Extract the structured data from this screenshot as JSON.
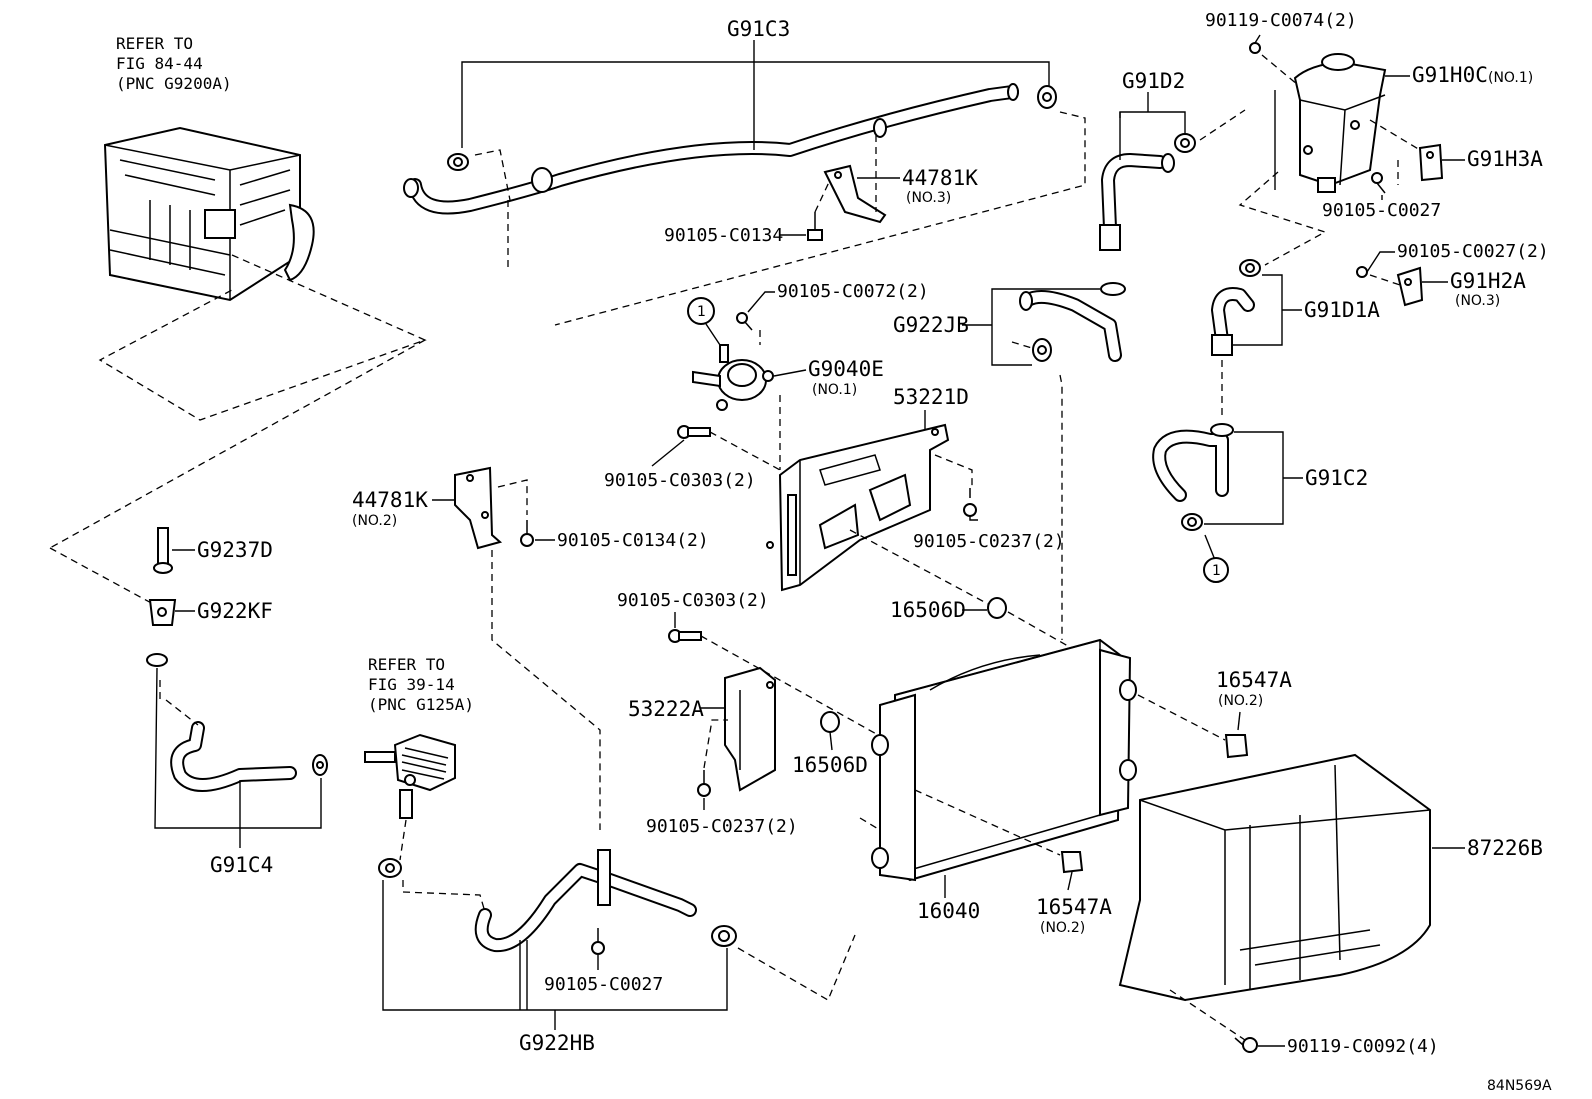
{
  "diagram_id": "84N569A",
  "references": {
    "inverter": [
      "REFER TO",
      "FIG 84-44",
      "(PNC G9200A)"
    ],
    "oil_cooler": [
      "REFER TO",
      "FIG 39-14",
      "(PNC G125A)"
    ]
  },
  "parts": {
    "g91c3": "G91C3",
    "p44781k_no3": "44781K",
    "p44781k_no3_note": "(NO.3)",
    "b90105_c0134": "90105-C0134",
    "g91d2": "G91D2",
    "c90119_c0074": "90119-C0074(2)",
    "g91h0c": "G91H0C",
    "g91h0c_note": "(NO.1)",
    "g91h3a": "G91H3A",
    "b90105_c0027_top": "90105-C0027",
    "b90105_c0027_2": "90105-C0027(2)",
    "g91h2a": "G91H2A",
    "g91h2a_note": "(NO.3)",
    "g91d1a": "G91D1A",
    "b90105_c0072": "90105-C0072(2)",
    "g9040e": "G9040E",
    "g9040e_note": "(NO.1)",
    "g922jb": "G922JB",
    "p53221d": "53221D",
    "g91c2": "G91C2",
    "b90105_c0303_a": "90105-C0303(2)",
    "p44781k_no2": "44781K",
    "p44781k_no2_note": "(NO.2)",
    "b90105_c0134_2": "90105-C0134(2)",
    "b90105_c0237_a": "90105-C0237(2)",
    "g9237d": "G9237D",
    "g922kf": "G922KF",
    "b90105_c0303_b": "90105-C0303(2)",
    "p16506d_a": "16506D",
    "p16547a_a": "16547A",
    "p16547a_a_note": "(NO.2)",
    "p53222a": "53222A",
    "p16506d_b": "16506D",
    "p87226b": "87226B",
    "b90105_c0237_b": "90105-C0237(2)",
    "g91c4": "G91C4",
    "p16040": "16040",
    "p16547a_b": "16547A",
    "p16547a_b_note": "(NO.2)",
    "b90105_c0027_bottom": "90105-C0027",
    "g922hb": "G922HB",
    "c90119_c0092": "90119-C0092(4)"
  },
  "callouts": {
    "one_a": "1",
    "one_b": "1"
  }
}
